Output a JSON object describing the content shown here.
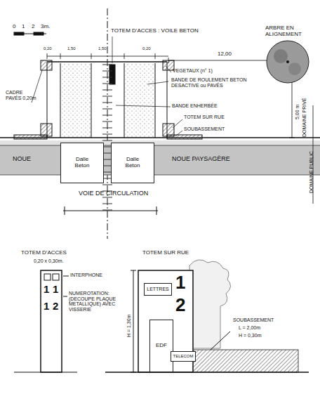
{
  "diagram": {
    "nodes": [
      {
        "text": [
          "Dalle Beton"
        ]
      },
      {
        "text": [
          "Dalle Beton"
        ]
      },
      {
        "text": [
          "LETTRES"
        ]
      },
      {
        "text": [
          "EDF"
        ]
      },
      {
        "text": [
          "TELECOM"
        ]
      }
    ],
    "labels": [
      "0",
      "1",
      "2",
      "3m.",
      "TOTEM D'ACCES : VOILE BETON",
      "ARBRE EN ALIGNEMENT",
      "0,20",
      "1,50",
      "1,50",
      "0,20",
      "12,00",
      "VEGETAUX (n° 1)",
      "CADRE PAVÉS 0,20m",
      "BANDE DE ROULEMENT BETON DESACTIVE ou PAVÉS",
      "BANDE ENHERBÉE",
      "TOTEM SUR RUE",
      "SOUBASSEMENT",
      "5,00 m",
      "DOMAINE PRIVÉ",
      "DOMAINE PUBLIC",
      "NOUE",
      "NOUE PAYSAGÈRE",
      "VOIE DE CIRCULATION",
      "TOTEM D'ACCES",
      "0,20 x 0,30m.",
      "TOTEM SUR RUE",
      "INTERPHONE",
      "NUMEROTATION: (DECOUPE PLAQUE METALLIQUE) AVEC VISSERIE",
      "H = 1,30m",
      "SOUBASSEMENT",
      "L = 2,00m",
      "H = 0,30m",
      "1",
      "1",
      "1",
      "2",
      "1",
      "2"
    ]
  }
}
